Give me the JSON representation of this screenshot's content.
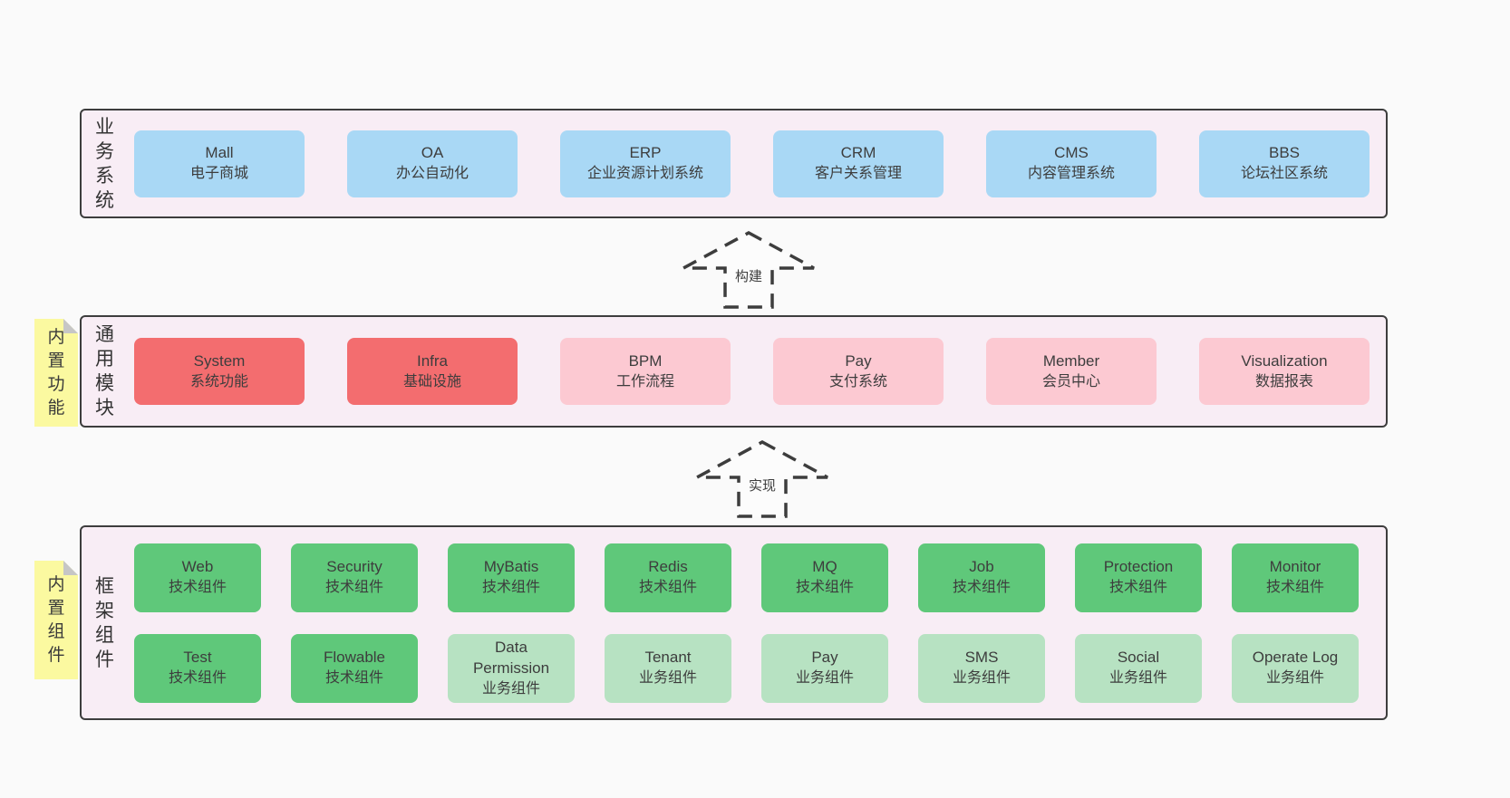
{
  "colors": {
    "page_bg": "#fafafa",
    "band_bg": "#f8edf5",
    "border": "#3d3d3d",
    "blue": "#a9d8f5",
    "red": "#f36d6f",
    "pink": "#fcc9d2",
    "green": "#5fc87a",
    "light_green": "#b7e2c2",
    "sticky_yellow": "#fbf9a0",
    "text": "#3d3d3d"
  },
  "arrows": [
    {
      "label": "构建"
    },
    {
      "label": "实现"
    }
  ],
  "bands": [
    {
      "label": "业务系统",
      "boxes": [
        {
          "name": "Mall",
          "desc": "电子商城"
        },
        {
          "name": "OA",
          "desc": "办公自动化"
        },
        {
          "name": "ERP",
          "desc": "企业资源计划系统"
        },
        {
          "name": "CRM",
          "desc": "客户关系管理"
        },
        {
          "name": "CMS",
          "desc": "内容管理系统"
        },
        {
          "name": "BBS",
          "desc": "论坛社区系统"
        }
      ]
    },
    {
      "label": "通用模块",
      "sticky": "内置功能",
      "boxes": [
        {
          "name": "System",
          "desc": "系统功能"
        },
        {
          "name": "Infra",
          "desc": "基础设施"
        },
        {
          "name": "BPM",
          "desc": "工作流程"
        },
        {
          "name": "Pay",
          "desc": "支付系统"
        },
        {
          "name": "Member",
          "desc": "会员中心"
        },
        {
          "name": "Visualization",
          "desc": "数据报表"
        }
      ]
    },
    {
      "label": "框架组件",
      "sticky": "内置组件",
      "rows": [
        [
          {
            "name": "Web",
            "desc": "技术组件"
          },
          {
            "name": "Security",
            "desc": "技术组件"
          },
          {
            "name": "MyBatis",
            "desc": "技术组件"
          },
          {
            "name": "Redis",
            "desc": "技术组件"
          },
          {
            "name": "MQ",
            "desc": "技术组件"
          },
          {
            "name": "Job",
            "desc": "技术组件"
          },
          {
            "name": "Protection",
            "desc": "技术组件"
          },
          {
            "name": "Monitor",
            "desc": "技术组件"
          }
        ],
        [
          {
            "name": "Test",
            "desc": "技术组件"
          },
          {
            "name": "Flowable",
            "desc": "技术组件"
          },
          {
            "name": "Data Permission",
            "desc": "业务组件"
          },
          {
            "name": "Tenant",
            "desc": "业务组件"
          },
          {
            "name": "Pay",
            "desc": "业务组件"
          },
          {
            "name": "SMS",
            "desc": "业务组件"
          },
          {
            "name": "Social",
            "desc": "业务组件"
          },
          {
            "name": "Operate Log",
            "desc": "业务组件"
          }
        ]
      ]
    }
  ]
}
